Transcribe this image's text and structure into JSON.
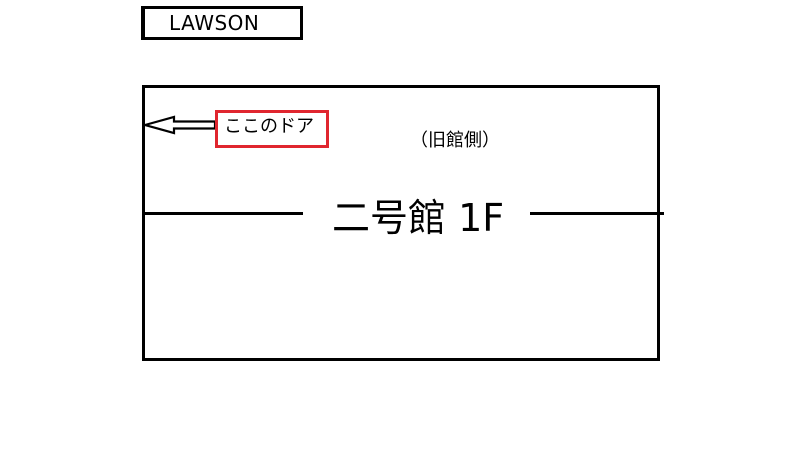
{
  "store": {
    "label": "LAWSON"
  },
  "building": {
    "floor_label": "二号館 1F",
    "wing_label": "（旧館側）"
  },
  "door": {
    "label": "ここのドア"
  },
  "colors": {
    "highlight": "#e0262f",
    "lines": "#000000",
    "background": "#ffffff"
  },
  "icons": {
    "door_pointer": "arrow-left-icon"
  }
}
